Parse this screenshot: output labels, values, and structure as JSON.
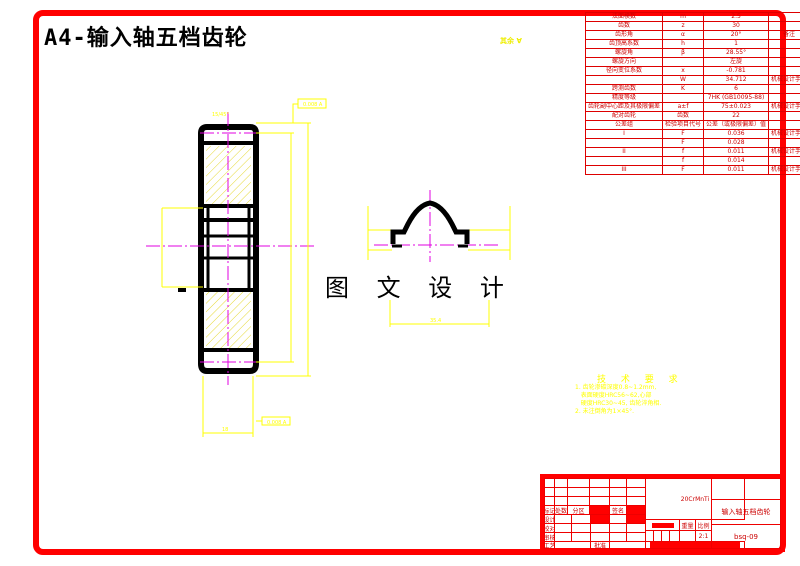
{
  "drawing": {
    "title": "A4-输入轴五档齿轮",
    "watermark": "图 文 设 计",
    "roughness_note": "其余",
    "roughness_symbol": "∀"
  },
  "parameter_table": {
    "rows": [
      {
        "name": "法面模数",
        "symbol": "m",
        "value": "2.5",
        "note": ""
      },
      {
        "name": "齿数",
        "symbol": "z",
        "value": "30",
        "note": ""
      },
      {
        "name": "齿形角",
        "symbol": "α",
        "value": "20°",
        "note": "备注"
      },
      {
        "name": "齿顶高系数",
        "symbol": "h",
        "value": "1",
        "note": ""
      },
      {
        "name": "螺旋角",
        "symbol": "β",
        "value": "28.55°",
        "note": ""
      },
      {
        "name": "螺旋方向",
        "symbol": "",
        "value": "左旋",
        "note": ""
      },
      {
        "name": "径向变位系数",
        "symbol": "x",
        "value": "-0.781",
        "note": ""
      },
      {
        "name": "",
        "symbol": "W",
        "value": "34.712",
        "note": "机械设计手册"
      },
      {
        "name": "跨测齿数",
        "symbol": "K",
        "value": "6",
        "note": ""
      },
      {
        "name": "精度等级",
        "symbol": "",
        "value": "7HK (GB10095-88)",
        "note": ""
      },
      {
        "name": "齿轮副中心距及其极限偏差",
        "symbol": "a±f",
        "value": "75±0.023",
        "note": "机械设计手册"
      },
      {
        "name": "配对齿轮",
        "symbol": "齿数",
        "value": "22",
        "note": ""
      },
      {
        "name": "公差组",
        "symbol": "检验项目代号",
        "value": "公差（或极限偏差）值",
        "note": ""
      },
      {
        "name": "I",
        "symbol": "F",
        "value": "0.036",
        "note": "机械设计手册"
      },
      {
        "name": "",
        "symbol": "F",
        "value": "0.028",
        "note": ""
      },
      {
        "name": "II",
        "symbol": "f",
        "value": "0.011",
        "note": "机械设计手册"
      },
      {
        "name": "",
        "symbol": "f",
        "value": "0.014",
        "note": ""
      },
      {
        "name": "III",
        "symbol": "F",
        "value": "0.011",
        "note": "机械设计手册"
      }
    ]
  },
  "technical_requirements": {
    "title": "技 术 要 求",
    "items": [
      "1. 齿轮渗碳深度0.8~1.2mm,",
      "   表面硬度HRC56~62,心部",
      "   硬度HRC30~45, 齿轮淬角相.",
      "2. 未注倒角为1×45°."
    ]
  },
  "title_block": {
    "material": "20CrMnTi",
    "part_name": "输入轴五档齿轮",
    "drawing_no": "bsq-09",
    "scale_label": "比例",
    "scale_value": "2:1",
    "weight_label": "重量",
    "labels": {
      "mark": "标记",
      "count": "处数",
      "zone": "分区",
      "signature": "签名",
      "design": "设计",
      "check": "审核",
      "process": "工艺",
      "standard": "标准化",
      "approve": "批准"
    }
  },
  "dimensions": {
    "chamfer_top": "15/45°",
    "width": "18",
    "profile_width": "35.4",
    "tolerance_frame": "0.008 A"
  }
}
